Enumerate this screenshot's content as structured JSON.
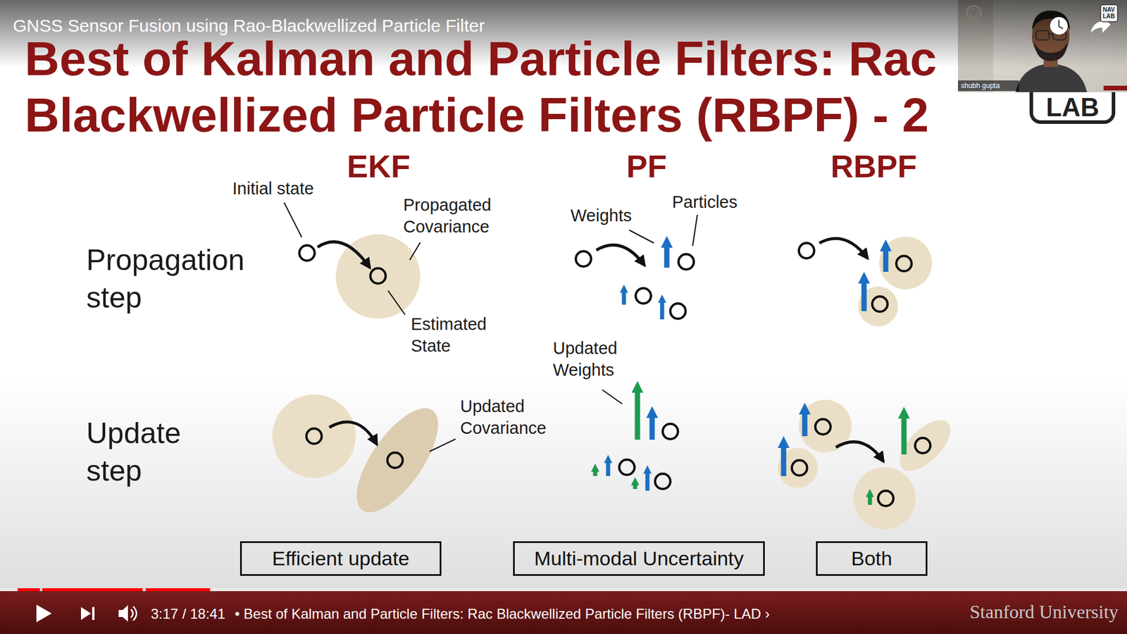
{
  "diagram": {
    "title": "Best of Kalman and Particle Filters: Rac Blackwellized Particle Filters (RBPF) - 2",
    "nodes": [
      {
        "text": [
          "Efficient update"
        ]
      },
      {
        "text": [
          "Multi-modal Uncertainty"
        ]
      },
      {
        "text": [
          "Both"
        ]
      }
    ],
    "labels": [
      "GNSS Sensor Fusion using Rao-Blackwellized Particle Filter",
      "shubh gupta",
      "NAV LAB",
      "LAB",
      "EKF",
      "PF",
      "RBPF",
      "Propagation step",
      "Update step",
      "Initial state",
      "Propagated Covariance",
      "Estimated State",
      "Weights",
      "Particles",
      "Updated Weights",
      "Updated Covariance",
      "3:17 / 18:41",
      "• Best of Kalman and Particle Filters: Rac Blackwellized Particle Filters (RBPF)- LAD ›",
      "Stanford University"
    ]
  }
}
